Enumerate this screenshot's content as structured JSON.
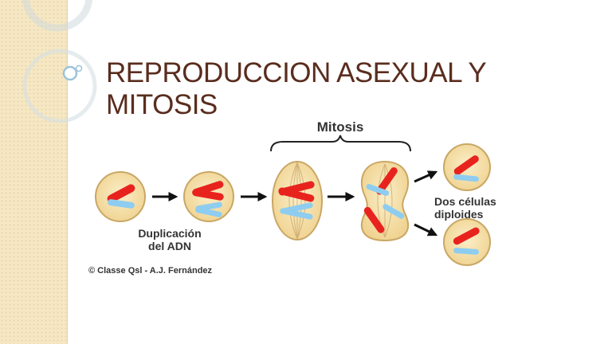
{
  "slide": {
    "title_line1": "REPRODUCCION ASEXUAL Y",
    "title_line2": "MITOSIS"
  },
  "diagram": {
    "mitosis_label": "Mitosis",
    "duplication_label_line1": "Duplicación",
    "duplication_label_line2": "del ADN",
    "result_label_line1": "Dos células",
    "result_label_line2": "diploides",
    "credit": "© Classe Qsl - A.J. Fernández"
  },
  "colors": {
    "title": "#5a2d1e",
    "cell_fill": "#f6dfa6",
    "cell_edge": "#c9a765",
    "chromosome_red": "#e8231e",
    "chromosome_blue": "#8ecdf0",
    "arrow": "#111111",
    "side_panel": "#f6e8c4",
    "accent": "#9cc3d8"
  }
}
